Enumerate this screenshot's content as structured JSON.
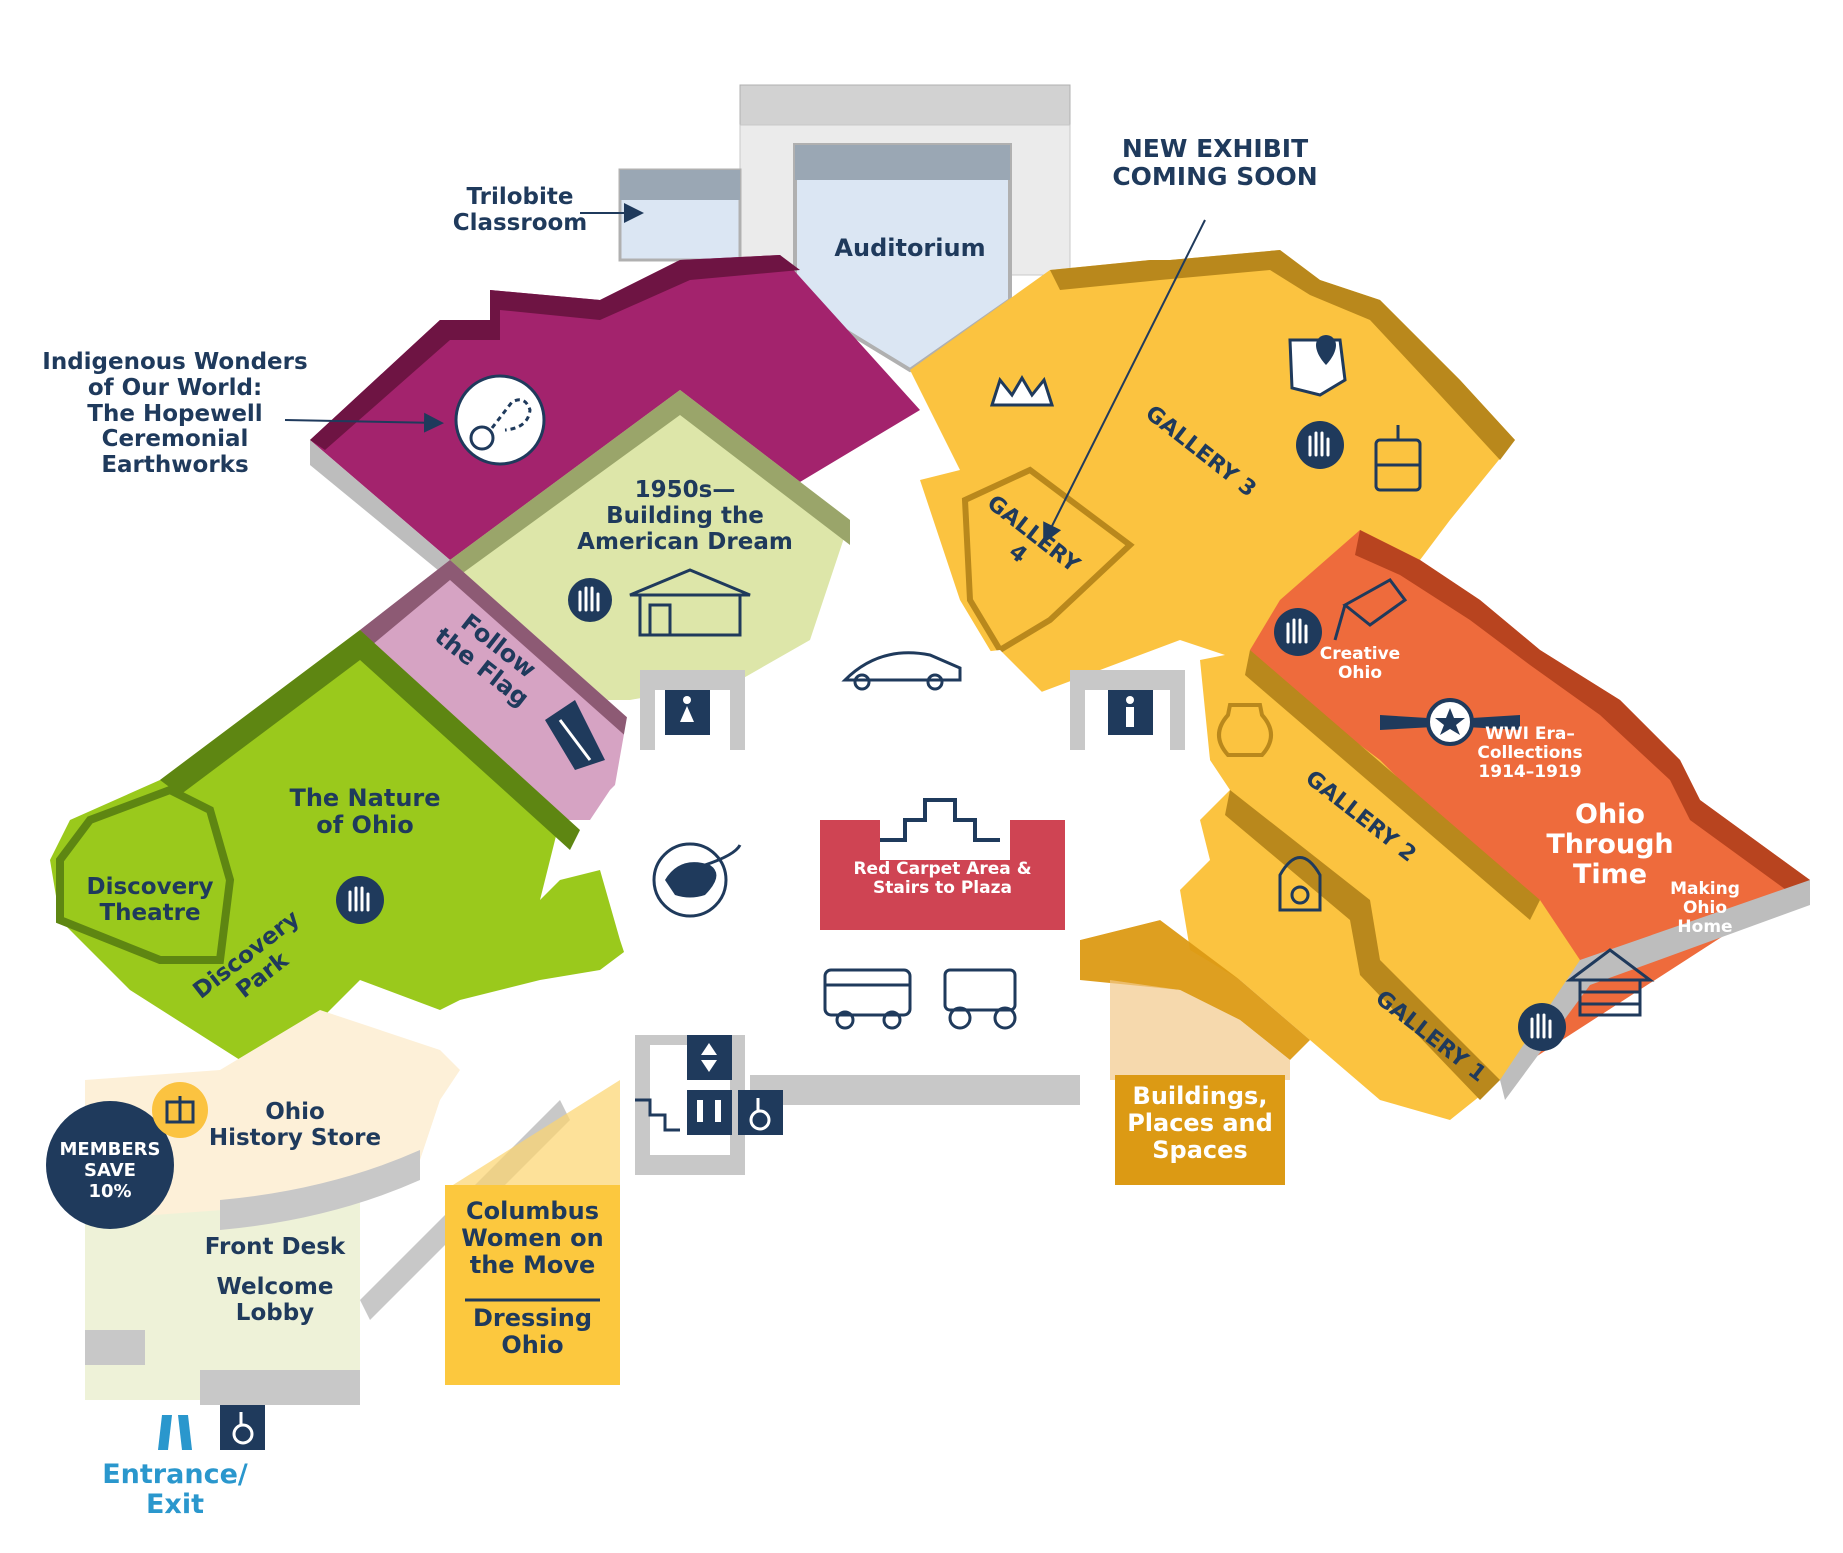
{
  "callouts": {
    "trilobite": "Trilobite\nClassroom",
    "new_exhibit": "NEW EXHIBIT\nCOMING SOON",
    "indigenous": "Indigenous Wonders\nof Our World:\nThe Hopewell\nCeremonial\nEarthworks",
    "entrance": "Entrance/\nExit"
  },
  "rooms": {
    "auditorium": "Auditorium",
    "fifties": "1950s—\nBuilding the\nAmerican Dream",
    "follow_flag": "Follow\nthe Flag",
    "nature_ohio": "The Nature\nof Ohio",
    "discovery_theatre": "Discovery\nTheatre",
    "discovery_park": "Discovery\nPark",
    "history_store": "Ohio\nHistory Store",
    "front_desk": "Front Desk",
    "welcome_lobby": "Welcome\nLobby",
    "gallery1": "GALLERY 1",
    "gallery2": "GALLERY 2",
    "gallery3": "GALLERY 3",
    "gallery4": "GALLERY\n4",
    "creative_ohio": "Creative\nOhio",
    "wwi": "WWI Era–\nCollections\n1914–1919",
    "ohio_through_time": "Ohio\nThrough\nTime",
    "making_ohio_home": "Making\nOhio\nHome",
    "red_carpet": "Red Carpet Area &\nStairs to Plaza",
    "buildings_places": "Buildings,\nPlaces and\nSpaces",
    "columbus_women": "Columbus\nWomen on\nthe Move",
    "dressing_ohio": "Dressing\nOhio"
  },
  "members_badge": {
    "line1": "MEMBERS",
    "line2": "SAVE",
    "line3": "10%"
  },
  "icons": [
    "hopewell-earthworks-icon",
    "crown-icon",
    "ohio-map-pin-icon",
    "hands-on-icon",
    "trolley-icon",
    "ranch-house-icon",
    "vintage-car-icon",
    "restroom-women-icon",
    "restroom-men-icon",
    "flag-folding-icon",
    "artist-hand-icon",
    "pottery-icon",
    "wwi-wings-star-icon",
    "clock-tower-icon",
    "log-cabin-icon",
    "mastodon-icon",
    "bus-icon",
    "horse-carriage-icon",
    "elevator-icon",
    "restrooms-icon",
    "accessible-icon",
    "stairs-icon",
    "gift-icon",
    "entrance-arrows-icon"
  ],
  "colors": {
    "navy": "#1f3a5c",
    "magenta": "#a3236d",
    "gallery_yellow": "#fbc340",
    "orange": "#ee6b3c",
    "lime_green": "#9ac91c",
    "pale_green": "#dde6a9",
    "pink": "#d6a3c3",
    "red_carpet": "#cf4453",
    "auditorium_blue": "#dbe6f3",
    "cream": "#fdf0d8",
    "exhibit_yellow": "#fcc83e",
    "buildings_gold": "#dc9a14",
    "entrance_blue": "#2a97cd",
    "wall_gray": "#c8c8c8"
  }
}
